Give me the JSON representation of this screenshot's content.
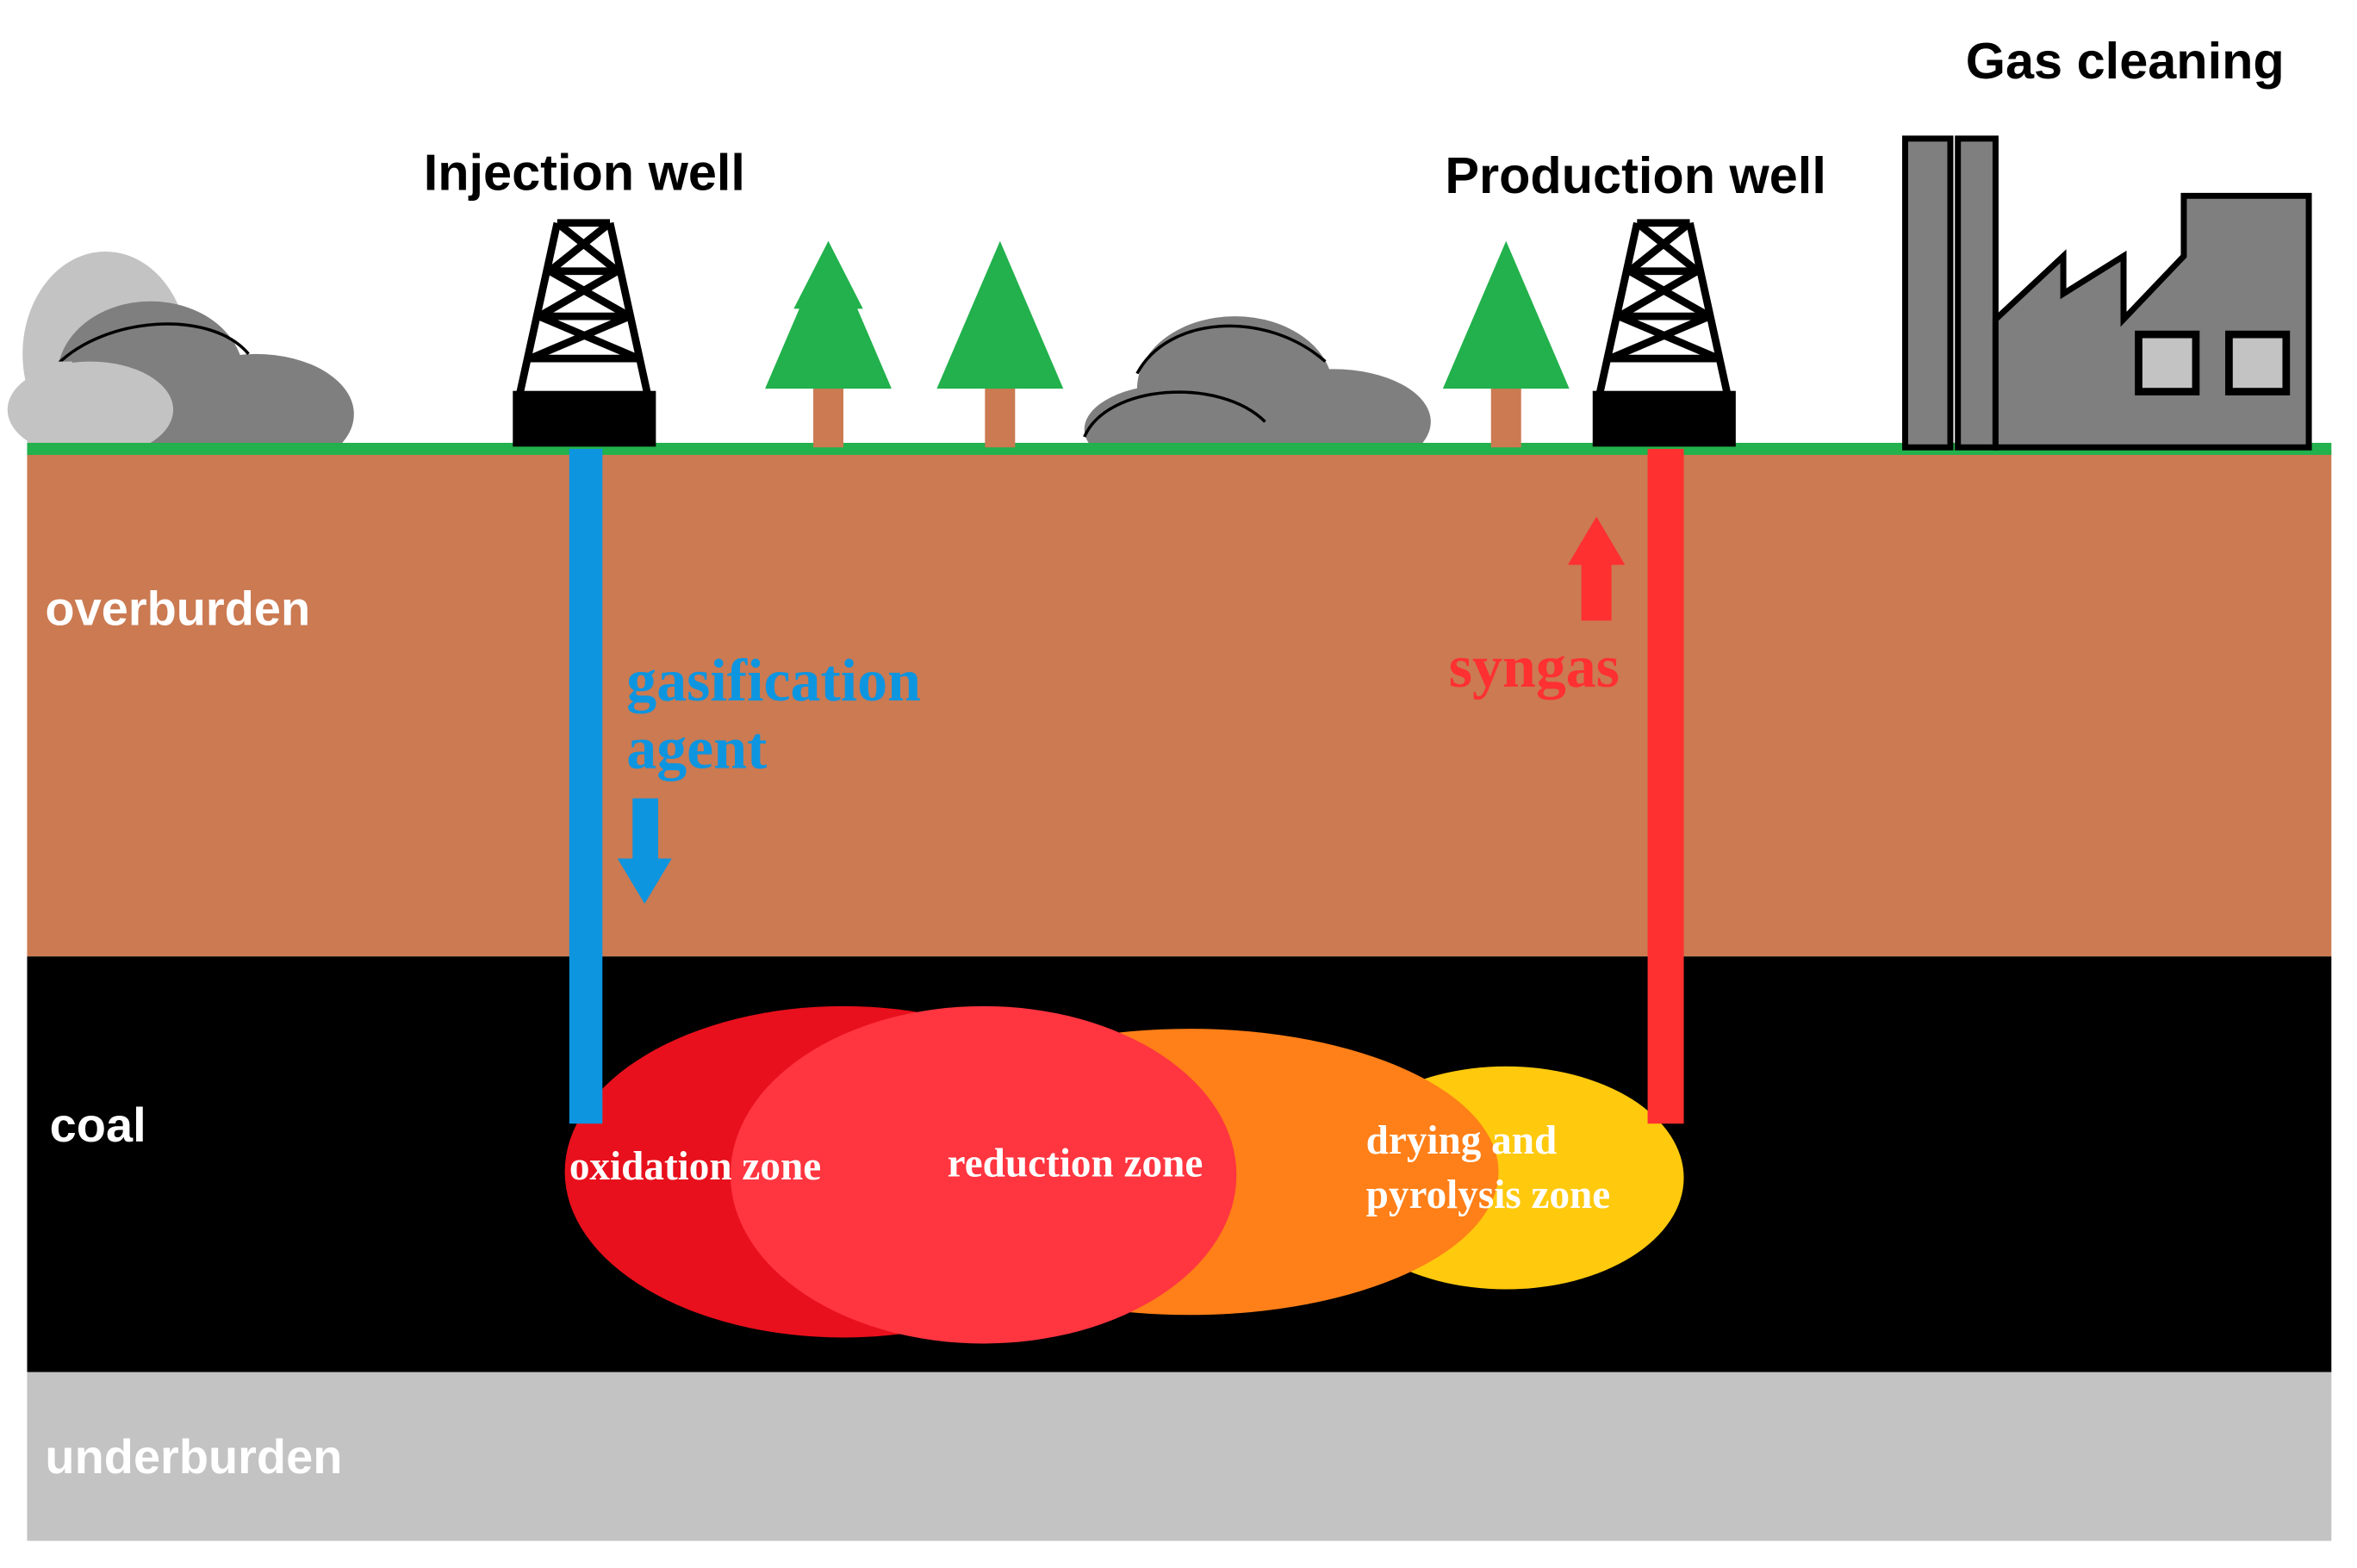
{
  "labels": {
    "injection_well": "Injection well",
    "production_well": "Production well",
    "gas_cleaning": "Gas cleaning",
    "overburden": "overburden",
    "coal": "coal",
    "underburden": "underburden",
    "gasification_agent_line1": "gasification",
    "gasification_agent_line2": "agent",
    "syngas": "syngas",
    "oxidation_zone": "oxidation zone",
    "reduction_zone": "reduction zone",
    "drying_zone_line1": "drying and",
    "drying_zone_line2": "pyrolysis zone"
  },
  "colors": {
    "overburden": "#cb7a52",
    "coal": "#000000",
    "underburden": "#c3c3c3",
    "grass": "#22b14c",
    "tree_green": "#22b14c",
    "tree_trunk": "#cb7a52",
    "cloud_dark": "#7f7f7f",
    "cloud_light": "#c3c3c3",
    "injection_pipe": "#0e95e0",
    "production_pipe": "#ff3030",
    "oxidation_zone": "#e8101c",
    "reduction_zone": "#ff3540",
    "drying_middle": "#ff7f18",
    "drying_outer": "#ffc90e",
    "factory": "#7f7f7f"
  }
}
